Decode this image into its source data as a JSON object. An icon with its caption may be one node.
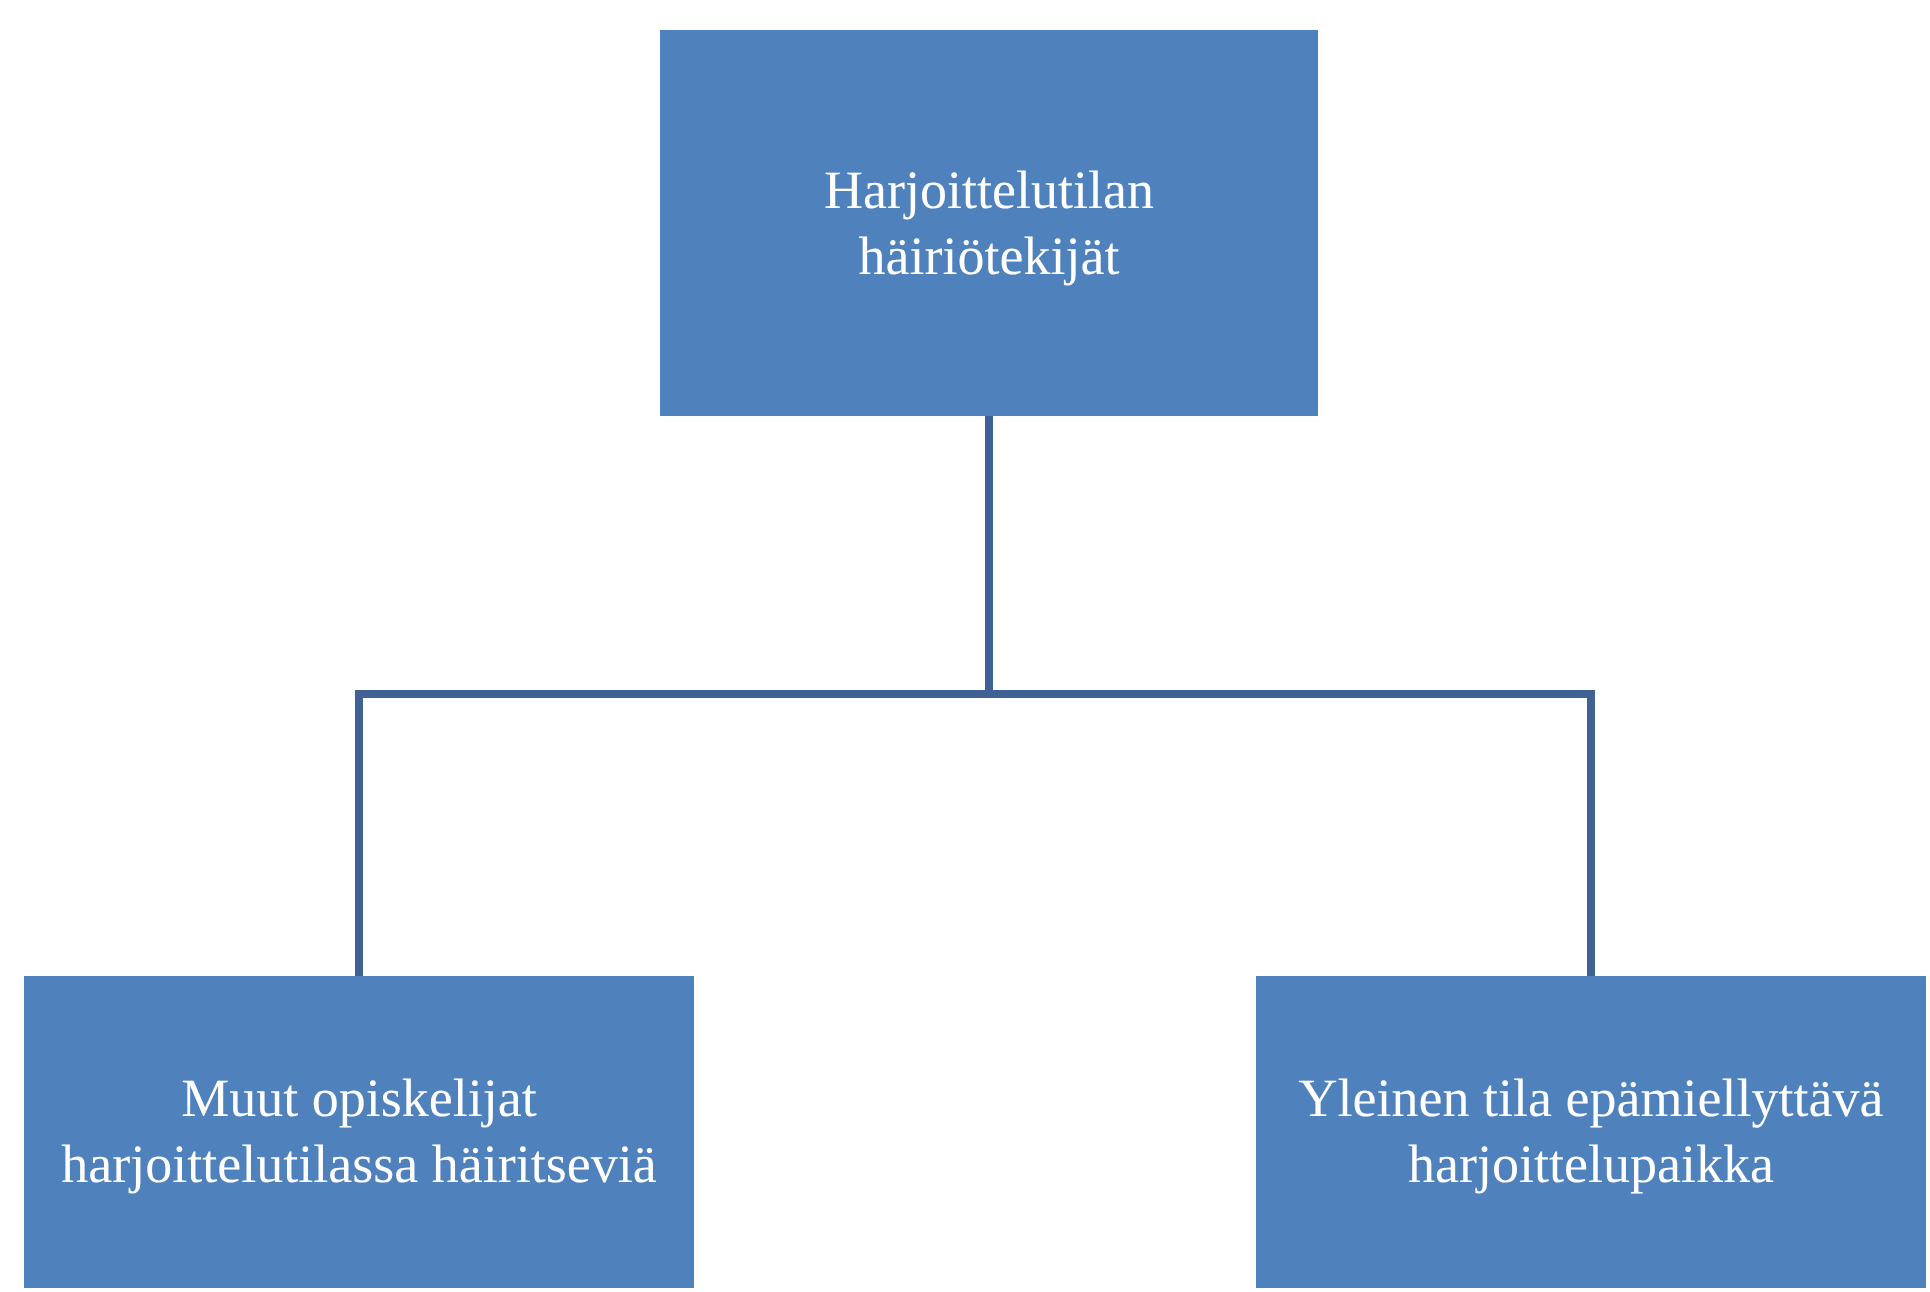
{
  "diagram": {
    "nodes": [
      {
        "text": [
          "Harjoittelutilan häiriötekijät"
        ]
      },
      {
        "text": [
          "Muut opiskelijat harjoittelutilassa häiritseviä"
        ]
      },
      {
        "text": [
          "Yleinen tila epämiellyttävä harjoittelupaikka"
        ]
      }
    ],
    "edges": [
      {
        "from": 0,
        "to": 1,
        "arrow": "none"
      },
      {
        "from": 0,
        "to": 2,
        "arrow": "none"
      }
    ]
  }
}
